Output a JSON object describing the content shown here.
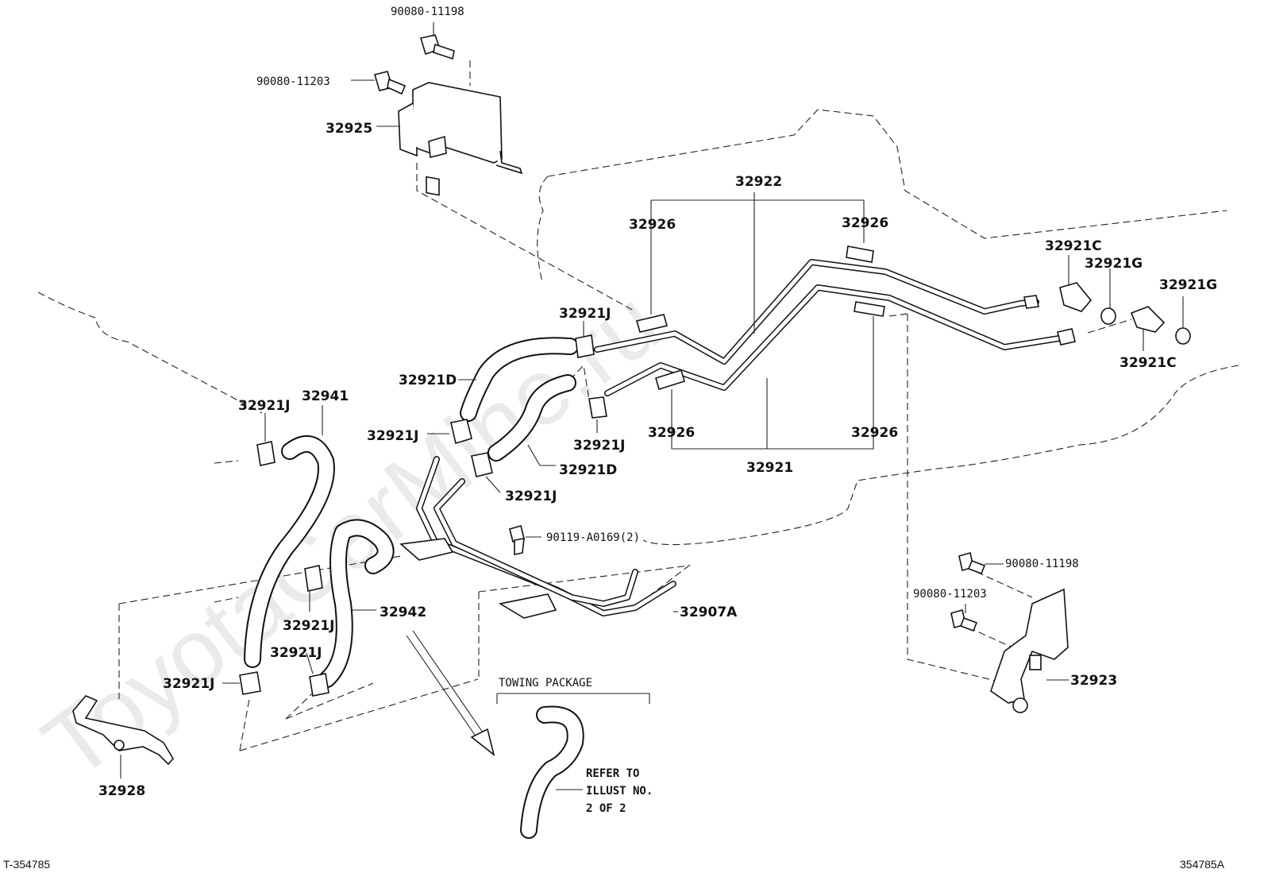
{
  "diagram": {
    "watermark": "ToyotaCarMine.ru",
    "footer_left": "T-354785",
    "footer_right": "354785A",
    "group_label": "TOWING PACKAGE",
    "note_lines": [
      "REFER TO",
      "ILLUST NO.",
      "2 OF 2"
    ],
    "labels": {
      "bolt_top_1": "90080-11198",
      "bolt_top_2": "90080-11203",
      "bracket_top": "32925",
      "pipe_assy_upper": "32922",
      "cushion_a": "32926",
      "cushion_b": "32926",
      "cushion_c": "32926",
      "cushion_d": "32926",
      "pipe_assy_lower": "32921",
      "union_a": "32921C",
      "union_b": "32921C",
      "gasket_a": "32921G",
      "gasket_b": "32921G",
      "clamp_a": "32921J",
      "clamp_b": "32921J",
      "clamp_c": "32921J",
      "clamp_d": "32921J",
      "clamp_e": "32921J",
      "clamp_f": "32921J",
      "clamp_g": "32921J",
      "clamp_h": "32921J",
      "hose_d_upper": "32921D",
      "hose_d_lower": "32921D",
      "hose_41": "32941",
      "hose_42": "32942",
      "bolt_mid": "90119-A0169(2)",
      "pipe_07a": "32907A",
      "bolt_right_1": "90080-11198",
      "bolt_right_2": "90080-11203",
      "bracket_right": "32923",
      "bracket_28": "32928"
    }
  }
}
